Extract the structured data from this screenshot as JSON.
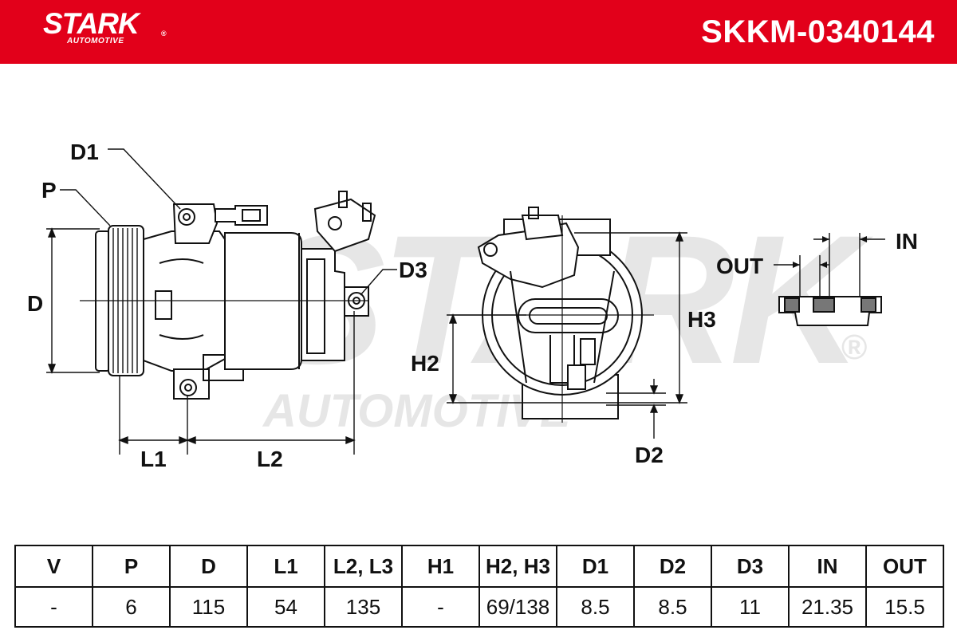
{
  "header": {
    "brand": "STARK",
    "brand_sub": "AUTOMOTIVE",
    "registered_mark": "®",
    "sku": "SKKM-0340144",
    "bg_color": "#e2001a"
  },
  "diagram": {
    "labels": {
      "d1": "D1",
      "p": "P",
      "d": "D",
      "d3": "D3",
      "l1": "L1",
      "l2": "L2",
      "h2": "H2",
      "h3": "H3",
      "d2": "D2",
      "out": "OUT",
      "in": "IN"
    },
    "watermark": {
      "brand": "STARK",
      "sub": "AUTOMOTIVE",
      "mark": "®"
    }
  },
  "specs": {
    "headers": [
      "V",
      "P",
      "D",
      "L1",
      "L2, L3",
      "H1",
      "H2, H3",
      "D1",
      "D2",
      "D3",
      "IN",
      "OUT"
    ],
    "values": [
      "-",
      "6",
      "115",
      "54",
      "135",
      "-",
      "69/138",
      "8.5",
      "8.5",
      "11",
      "21.35",
      "15.5"
    ]
  }
}
